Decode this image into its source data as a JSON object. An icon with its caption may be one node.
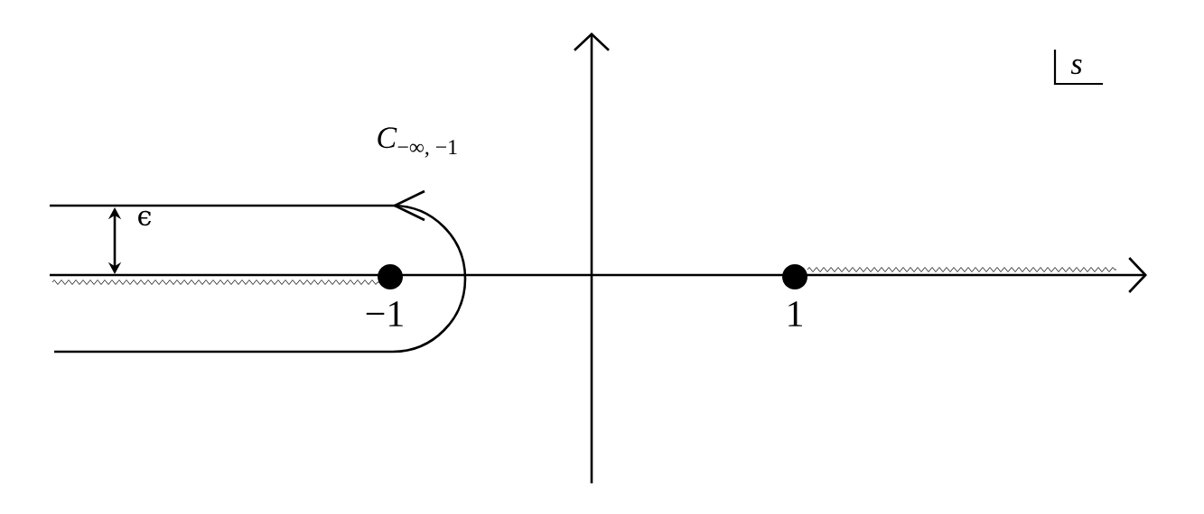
{
  "diagram": {
    "labels": [
      "*C*$_{−∞, −1}$",
      "ϵ",
      "−1",
      "1",
      "*s*"
    ]
  }
}
